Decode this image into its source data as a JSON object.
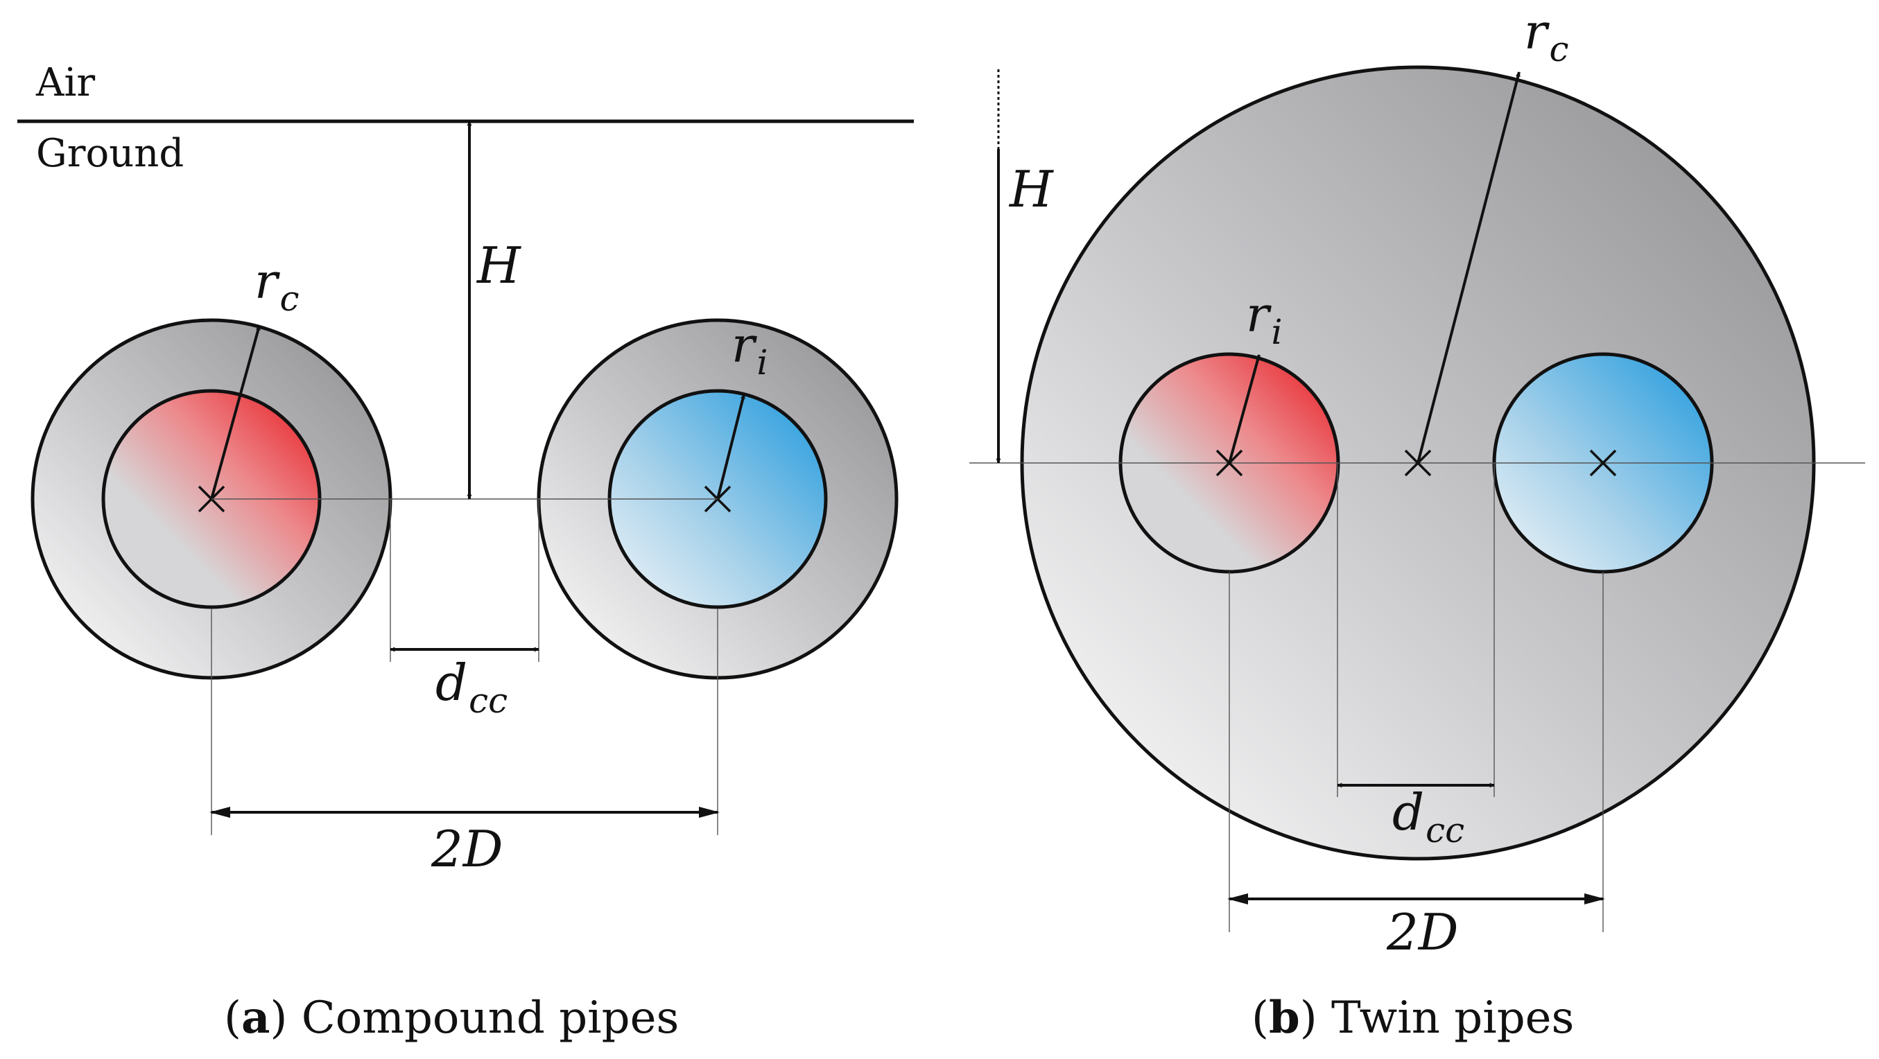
{
  "panel_a": {
    "medium_top": "Air",
    "medium_bottom": "Ground",
    "label_H": "H",
    "label_r": "r",
    "label_rc_sub": "c",
    "label_ri_sub": "i",
    "label_d": "d",
    "label_dcc_sub": "cc",
    "label_2D": "2D",
    "caption_letter": "a",
    "caption_text": "Compound pipes"
  },
  "panel_b": {
    "label_H": "H",
    "label_r": "r",
    "label_rc_sub": "c",
    "label_ri_sub": "i",
    "label_d": "d",
    "label_dcc_sub": "cc",
    "label_2D": "2D",
    "caption_letter": "b",
    "caption_text": "Twin pipes"
  },
  "colors": {
    "hot_pipe": "#e8252b",
    "cold_pipe": "#2a9ee0",
    "casing_light": "#ffffff",
    "casing_dark": "#8f8f92",
    "outline": "#111111"
  }
}
